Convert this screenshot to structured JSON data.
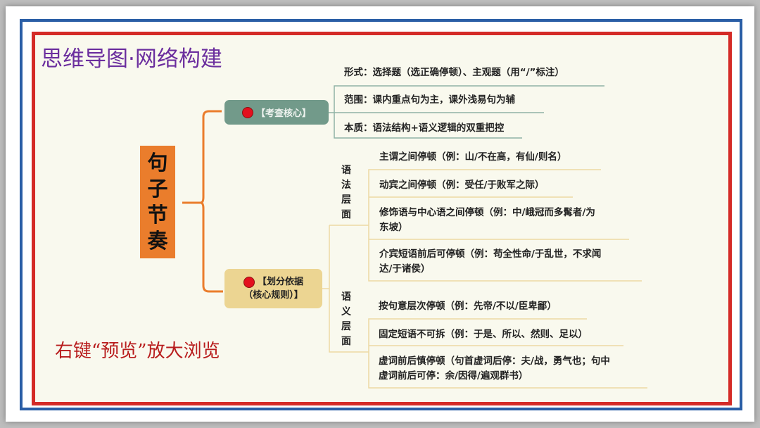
{
  "slide": {
    "title": "思维导图·网络构建",
    "hint": "右键“预览”放大浏览",
    "colors": {
      "blue_frame": "#2a5ea6",
      "red_frame": "#d42b27",
      "background": "#f9f9ee",
      "title": "#6b2e9e",
      "hint": "#b81d1d",
      "root": "#ea7d2c",
      "branch1": "#729a8a",
      "branch2": "#ecd592",
      "dot": "#e3101e"
    }
  },
  "mindmap": {
    "root": {
      "chars": [
        "句",
        "子",
        "节",
        "奏"
      ]
    },
    "branch1": {
      "label": "【考查核心】",
      "leaves": [
        "形式：选择题（选正确停顿）、主观题（用“/”标注）",
        "范围：课内重点句为主，课外浅易句为辅",
        "本质：语法结构+语义逻辑的双重把控"
      ]
    },
    "branch2": {
      "label_line1": "【划分依据",
      "label_line2": "（核心规则）】",
      "groups": [
        {
          "label": [
            "语",
            "法",
            "层",
            "面"
          ],
          "leaves": [
            {
              "line1": "主谓之间停顿（例：山/不在高，有仙/则名）"
            },
            {
              "line1": "动宾之间停顿（例：受任/于败军之际）"
            },
            {
              "line1": "修饰语与中心语之间停顿（例：中/峨冠而多髯者/为",
              "line2": "东坡）"
            },
            {
              "line1": "介宾短语前后可停顿（例：苟全性命/于乱世，不求闻",
              "line2": "达/于诸侯）"
            }
          ]
        },
        {
          "label": [
            "语",
            "义",
            "层",
            "面"
          ],
          "leaves": [
            {
              "line1": "按句意层次停顿（例：先帝/不以/臣卑鄙）"
            },
            {
              "line1": "固定短语不可拆（例：于是、所以、然则、足以）"
            },
            {
              "line1": "虚词前后慎停顿（句首虚词后停：夫/战，勇气也；句中",
              "line2": "虚词前后可停：余/因得/遍观群书）"
            }
          ]
        }
      ]
    }
  }
}
